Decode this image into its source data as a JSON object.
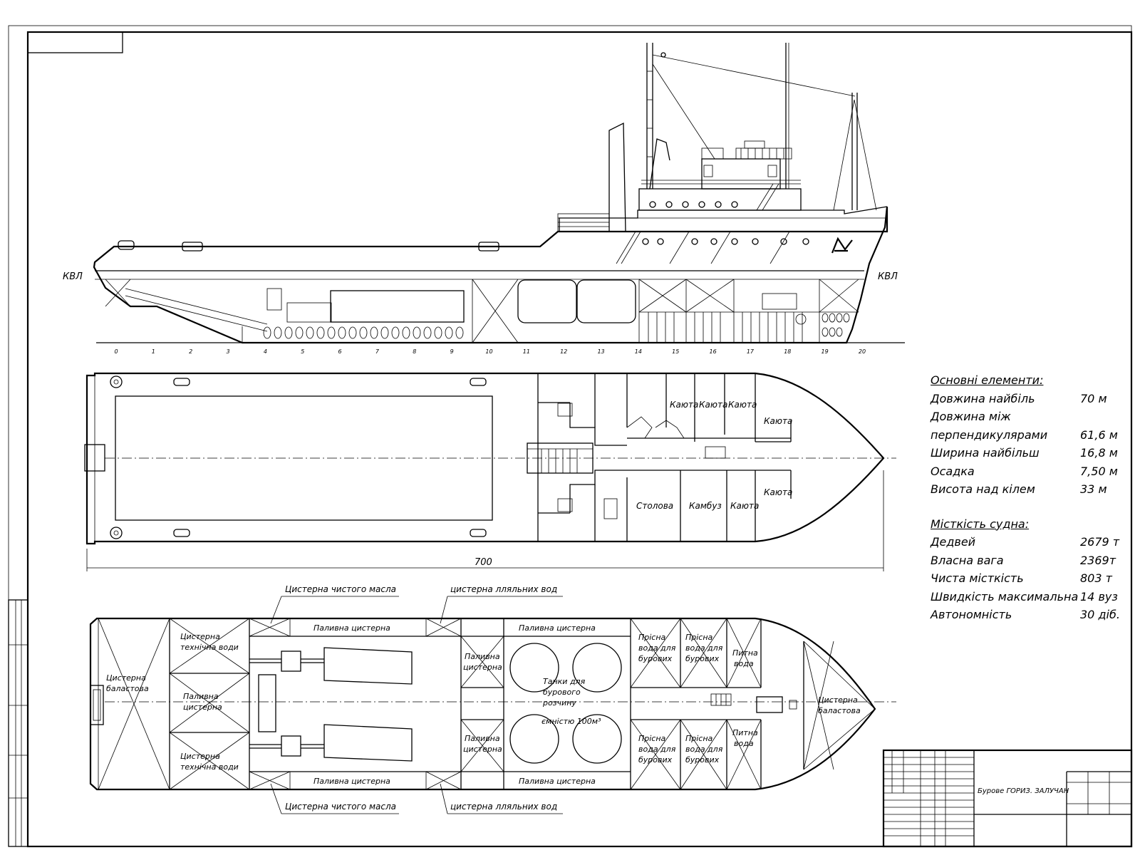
{
  "waterline": {
    "left": "КВЛ",
    "right": "КВЛ"
  },
  "frame_numbers": [
    "0",
    "1",
    "2",
    "3",
    "4",
    "5",
    "6",
    "7",
    "8",
    "9",
    "10",
    "11",
    "12",
    "13",
    "14",
    "15",
    "16",
    "17",
    "18",
    "19",
    "20"
  ],
  "deck_plan": {
    "rooms": {
      "kauta1": "Каюта",
      "kauta2": "Каюта",
      "kauta3": "Каюта",
      "kauta4": "Каюта",
      "kauta5": "Каюта",
      "kauta6": "Каюта",
      "stolova": "Столова",
      "kambuz": "Камбуз"
    },
    "length_dim": "700"
  },
  "tank_plan": {
    "clean_oil_top": "Цистерна чистого масла",
    "waste_water_top": "цистерна лляльних вод",
    "clean_oil_bottom": "Цистерна чистого масла",
    "waste_water_bottom": "цистерна лляльних вод",
    "ballast_aft_1": "Цистерна",
    "ballast_aft_2": "баластова",
    "tech_water_top_1": "Цистерна",
    "tech_water_top_2": "технічна води",
    "fuel_mid_1": "Паливна",
    "fuel_mid_2": "цистерна",
    "tech_water_bot_1": "Цистерна",
    "tech_water_bot_2": "технічна води",
    "fuel_top_1": "Паливна цистерна",
    "fuel_top_2": "Паливна цистерна",
    "fuel_bot_1": "Паливна цистерна",
    "fuel_bot_2": "Паливна цистерна",
    "fuel_small_top_1": "Паливна",
    "fuel_small_top_2": "цистерна",
    "fuel_small_bot_1": "Паливна",
    "fuel_small_bot_2": "цистерна",
    "drill_tanks_1": "Танки для",
    "drill_tanks_2": "бурового",
    "drill_tanks_3": "розчину",
    "drill_tanks_4": "ємністю 100м³",
    "fresh_drill_top_1": "Прісна",
    "fresh_drill_top_2": "вода для",
    "fresh_drill_top_3": "бурових",
    "fresh_drill_top2_1": "Прісна",
    "fresh_drill_top2_2": "вода для",
    "fresh_drill_top2_3": "бурових",
    "drink_top_1": "Питна",
    "drink_top_2": "вода",
    "fresh_drill_bot_1": "Прісна",
    "fresh_drill_bot_2": "вода для",
    "fresh_drill_bot_3": "бурових",
    "fresh_drill_bot2_1": "Прісна",
    "fresh_drill_bot2_2": "вода для",
    "fresh_drill_bot2_3": "бурових",
    "drink_bot_1": "Питна",
    "drink_bot_2": "вода",
    "ballast_bow_1": "Цистерна",
    "ballast_bow_2": "баластова"
  },
  "specs": {
    "main_title": "Основні елементи:",
    "rows1": [
      {
        "label": "Довжина найбіль",
        "value": "70 м"
      },
      {
        "label": "Довжина між",
        "value": ""
      },
      {
        "label": "перпендикулярами",
        "value": "61,6 м"
      },
      {
        "label": "Ширина найбільш",
        "value": "16,8 м"
      },
      {
        "label": "Осадка",
        "value": "7,50 м"
      },
      {
        "label": "Висота над кілем",
        "value": "33 м"
      }
    ],
    "capacity_title": "Місткість судна:",
    "rows2": [
      {
        "label": "Дедвей",
        "value": "2679 т"
      },
      {
        "label": "Власна вага",
        "value": "2369т"
      },
      {
        "label": "Чиста місткість",
        "value": "803 т"
      },
      {
        "label": "Швидкість максимальна",
        "value": "14 вуз"
      },
      {
        "label": "Автономність",
        "value": "30 діб."
      }
    ]
  },
  "title_block": {
    "name": "Бурове ГОРИЗ. ЗАЛУЧАН"
  }
}
